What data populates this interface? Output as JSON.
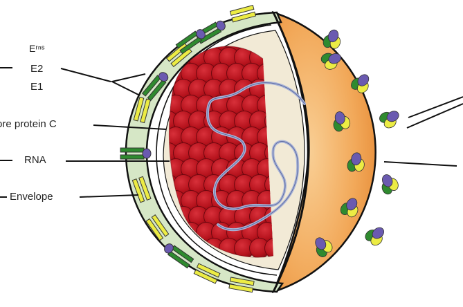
{
  "labels": {
    "erns": "Eʳⁿˢ",
    "e2": "E2",
    "e1": "E1",
    "core_protein": "ore protein C",
    "rna": "RNA",
    "envelope": "Envelope"
  },
  "colors": {
    "capsid": "#b8141e",
    "capsid_shadow": "#7a0a12",
    "rna": "#9aa6c8",
    "membrane": "#cfe3c3",
    "membrane_outline": "#1a1a1a",
    "surface": "#f0a04e",
    "surface_light": "#f8c68a",
    "protein_green": "#2f8a2f",
    "protein_yellow": "#ecec44",
    "protein_purple": "#6a5ab0",
    "lines": "#111111"
  }
}
